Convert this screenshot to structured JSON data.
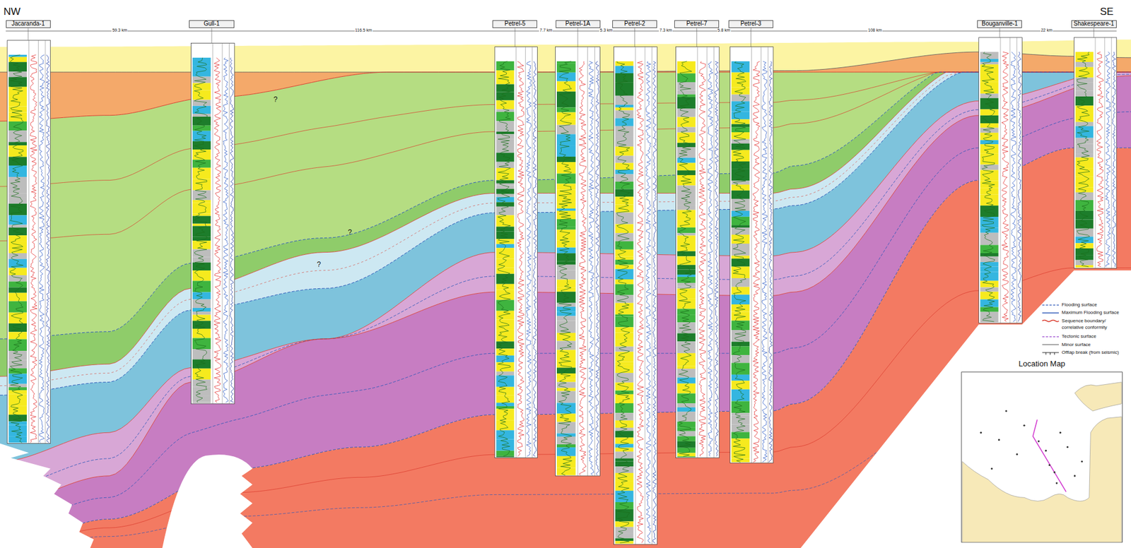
{
  "diagram": {
    "nodes": [
      {
        "text": [
          "Jacaranda-1"
        ]
      },
      {
        "text": [
          "Gull-1"
        ]
      },
      {
        "text": [
          "Petrel-5"
        ]
      },
      {
        "text": [
          "Petrel-1A"
        ]
      },
      {
        "text": [
          "Petrel-2"
        ]
      },
      {
        "text": [
          "Petrel-7"
        ]
      },
      {
        "text": [
          "Petrel-3"
        ]
      },
      {
        "text": [
          "Bouganville-1"
        ]
      },
      {
        "text": [
          "Shakespeare-1"
        ]
      },
      {
        "text": [
          "Location Map"
        ]
      }
    ],
    "labels": [
      "NW",
      "SE",
      "59.3 km",
      "116.5 km",
      "7.7 km",
      "5.3 km",
      "7.3 km",
      "5.8 km",
      "108 km",
      "22 km",
      "?",
      "?",
      "?"
    ],
    "legend": [
      {
        "text": "Flooding surface"
      },
      {
        "text": "Maximum Flooding surface"
      },
      {
        "text": "Sequence boundary/ correlative conformity"
      },
      {
        "text": "Tectonic surface"
      },
      {
        "text": "Minor surface"
      },
      {
        "text": "Offlap break (from seismic)"
      }
    ]
  }
}
